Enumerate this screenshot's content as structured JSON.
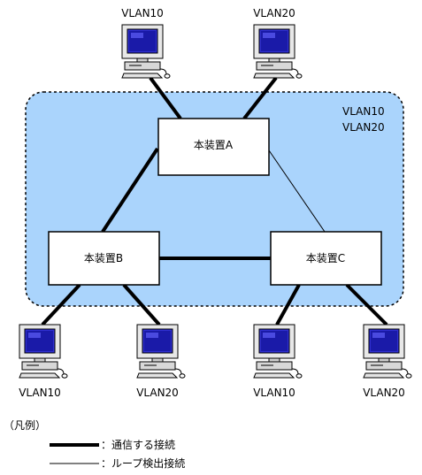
{
  "cloud": {
    "vlan_line1": "VLAN10",
    "vlan_line2": "VLAN20",
    "fill_color": "#aad4fc"
  },
  "devices": {
    "a": "本装置A",
    "b": "本装置B",
    "c": "本装置C"
  },
  "pcs": {
    "top_left": "VLAN10",
    "top_right": "VLAN20",
    "b_left": "VLAN10",
    "b_right": "VLAN20",
    "c_left": "VLAN10",
    "c_right": "VLAN20"
  },
  "legend": {
    "title": "（凡例）",
    "comm": "：通信する接続",
    "loop": "：ループ検出接続"
  },
  "icons": {
    "pc": "desktop-computer-icon"
  }
}
